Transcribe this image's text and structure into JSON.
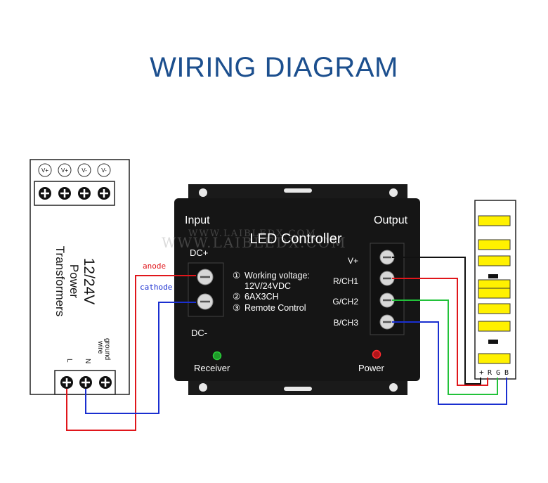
{
  "title": "WIRING DIAGRAM",
  "power_supply": {
    "top_terminals": [
      "V+",
      "V+",
      "V-",
      "V-"
    ],
    "label_line1": "12/24V",
    "label_line2": "Power",
    "label_line3": "Transformers",
    "bottom_labels": [
      "L",
      "N",
      "ground",
      "wire"
    ]
  },
  "wire_labels": {
    "anode": "anode",
    "cathode": "cathode"
  },
  "controller": {
    "title": "LED Controller",
    "input_label": "Input",
    "output_label": "Output",
    "dc_plus": "DC+",
    "dc_minus": "DC-",
    "specs": [
      {
        "num": "①",
        "text": "Working voltage:"
      },
      {
        "num": "",
        "text": "12V/24VDC"
      },
      {
        "num": "②",
        "text": "6AX3CH"
      },
      {
        "num": "③",
        "text": "Remote Control"
      }
    ],
    "outputs": [
      "V+",
      "R/CH1",
      "G/CH2",
      "B/CH3"
    ],
    "receiver_label": "Receiver",
    "power_label": "Power",
    "watermark": "WWW.LAIBLEDX.COM"
  },
  "led_strip": {
    "pins": [
      "+",
      "R",
      "G",
      "B"
    ]
  },
  "colors": {
    "title": "#1c4f8e",
    "red_wire": "#e0161b",
    "blue_wire": "#1a2fd0",
    "green_wire": "#22c23a",
    "black_wire": "#111111",
    "controller_body": "#151515",
    "led_yellow": "#fff100"
  }
}
